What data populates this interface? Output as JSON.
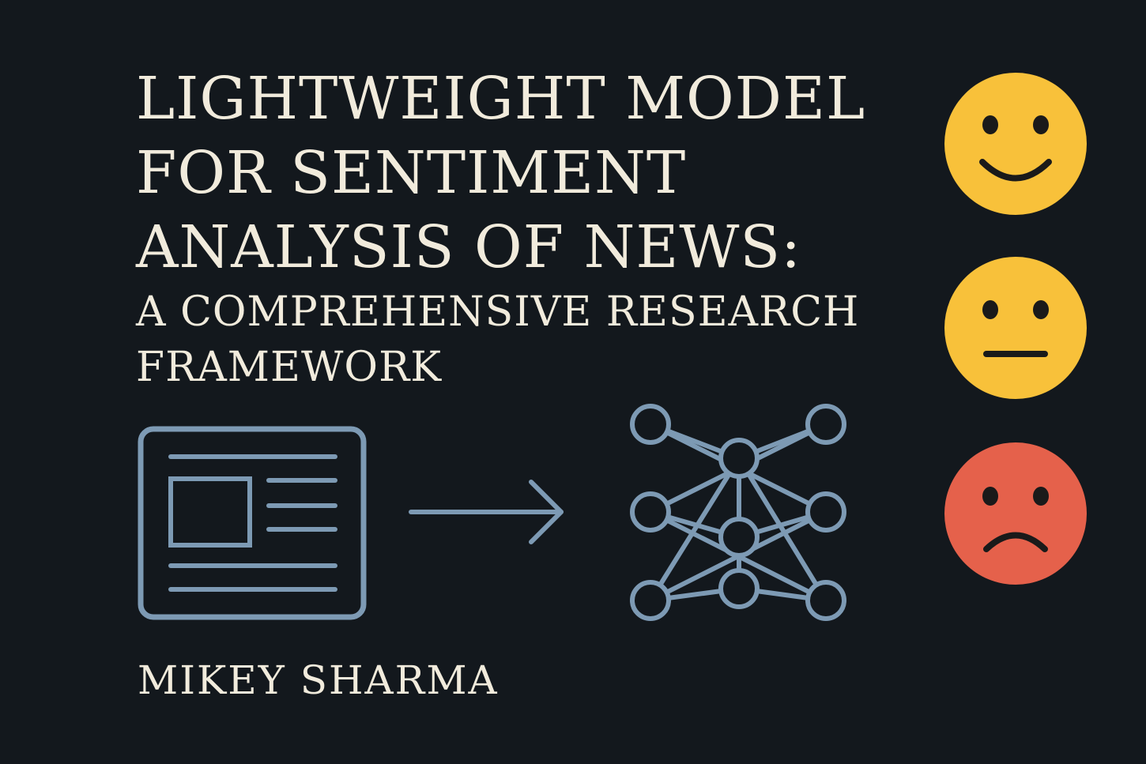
{
  "title": {
    "line1": "LIGHTWEIGHT MODEL",
    "line2": "FOR SENTIMENT",
    "line3": "ANALYSIS OF NEWS:"
  },
  "subtitle": {
    "line1": "A COMPREHENSIVE RESEARCH",
    "line2": "FRAMEWORK"
  },
  "author": "MIKEY SHARMA",
  "icons": {
    "document": "newspaper-icon",
    "arrow": "arrow-right-icon",
    "network": "neural-network-icon",
    "positive": "happy-face-icon",
    "neutral": "neutral-face-icon",
    "negative": "sad-face-icon"
  },
  "colors": {
    "background": "#13181d",
    "text": "#f1ebdc",
    "line_art": "#7d9ab4",
    "positive_face": "#f8c13a",
    "neutral_face": "#f8c13a",
    "negative_face": "#e5614b",
    "face_features": "#1a1a1a"
  }
}
